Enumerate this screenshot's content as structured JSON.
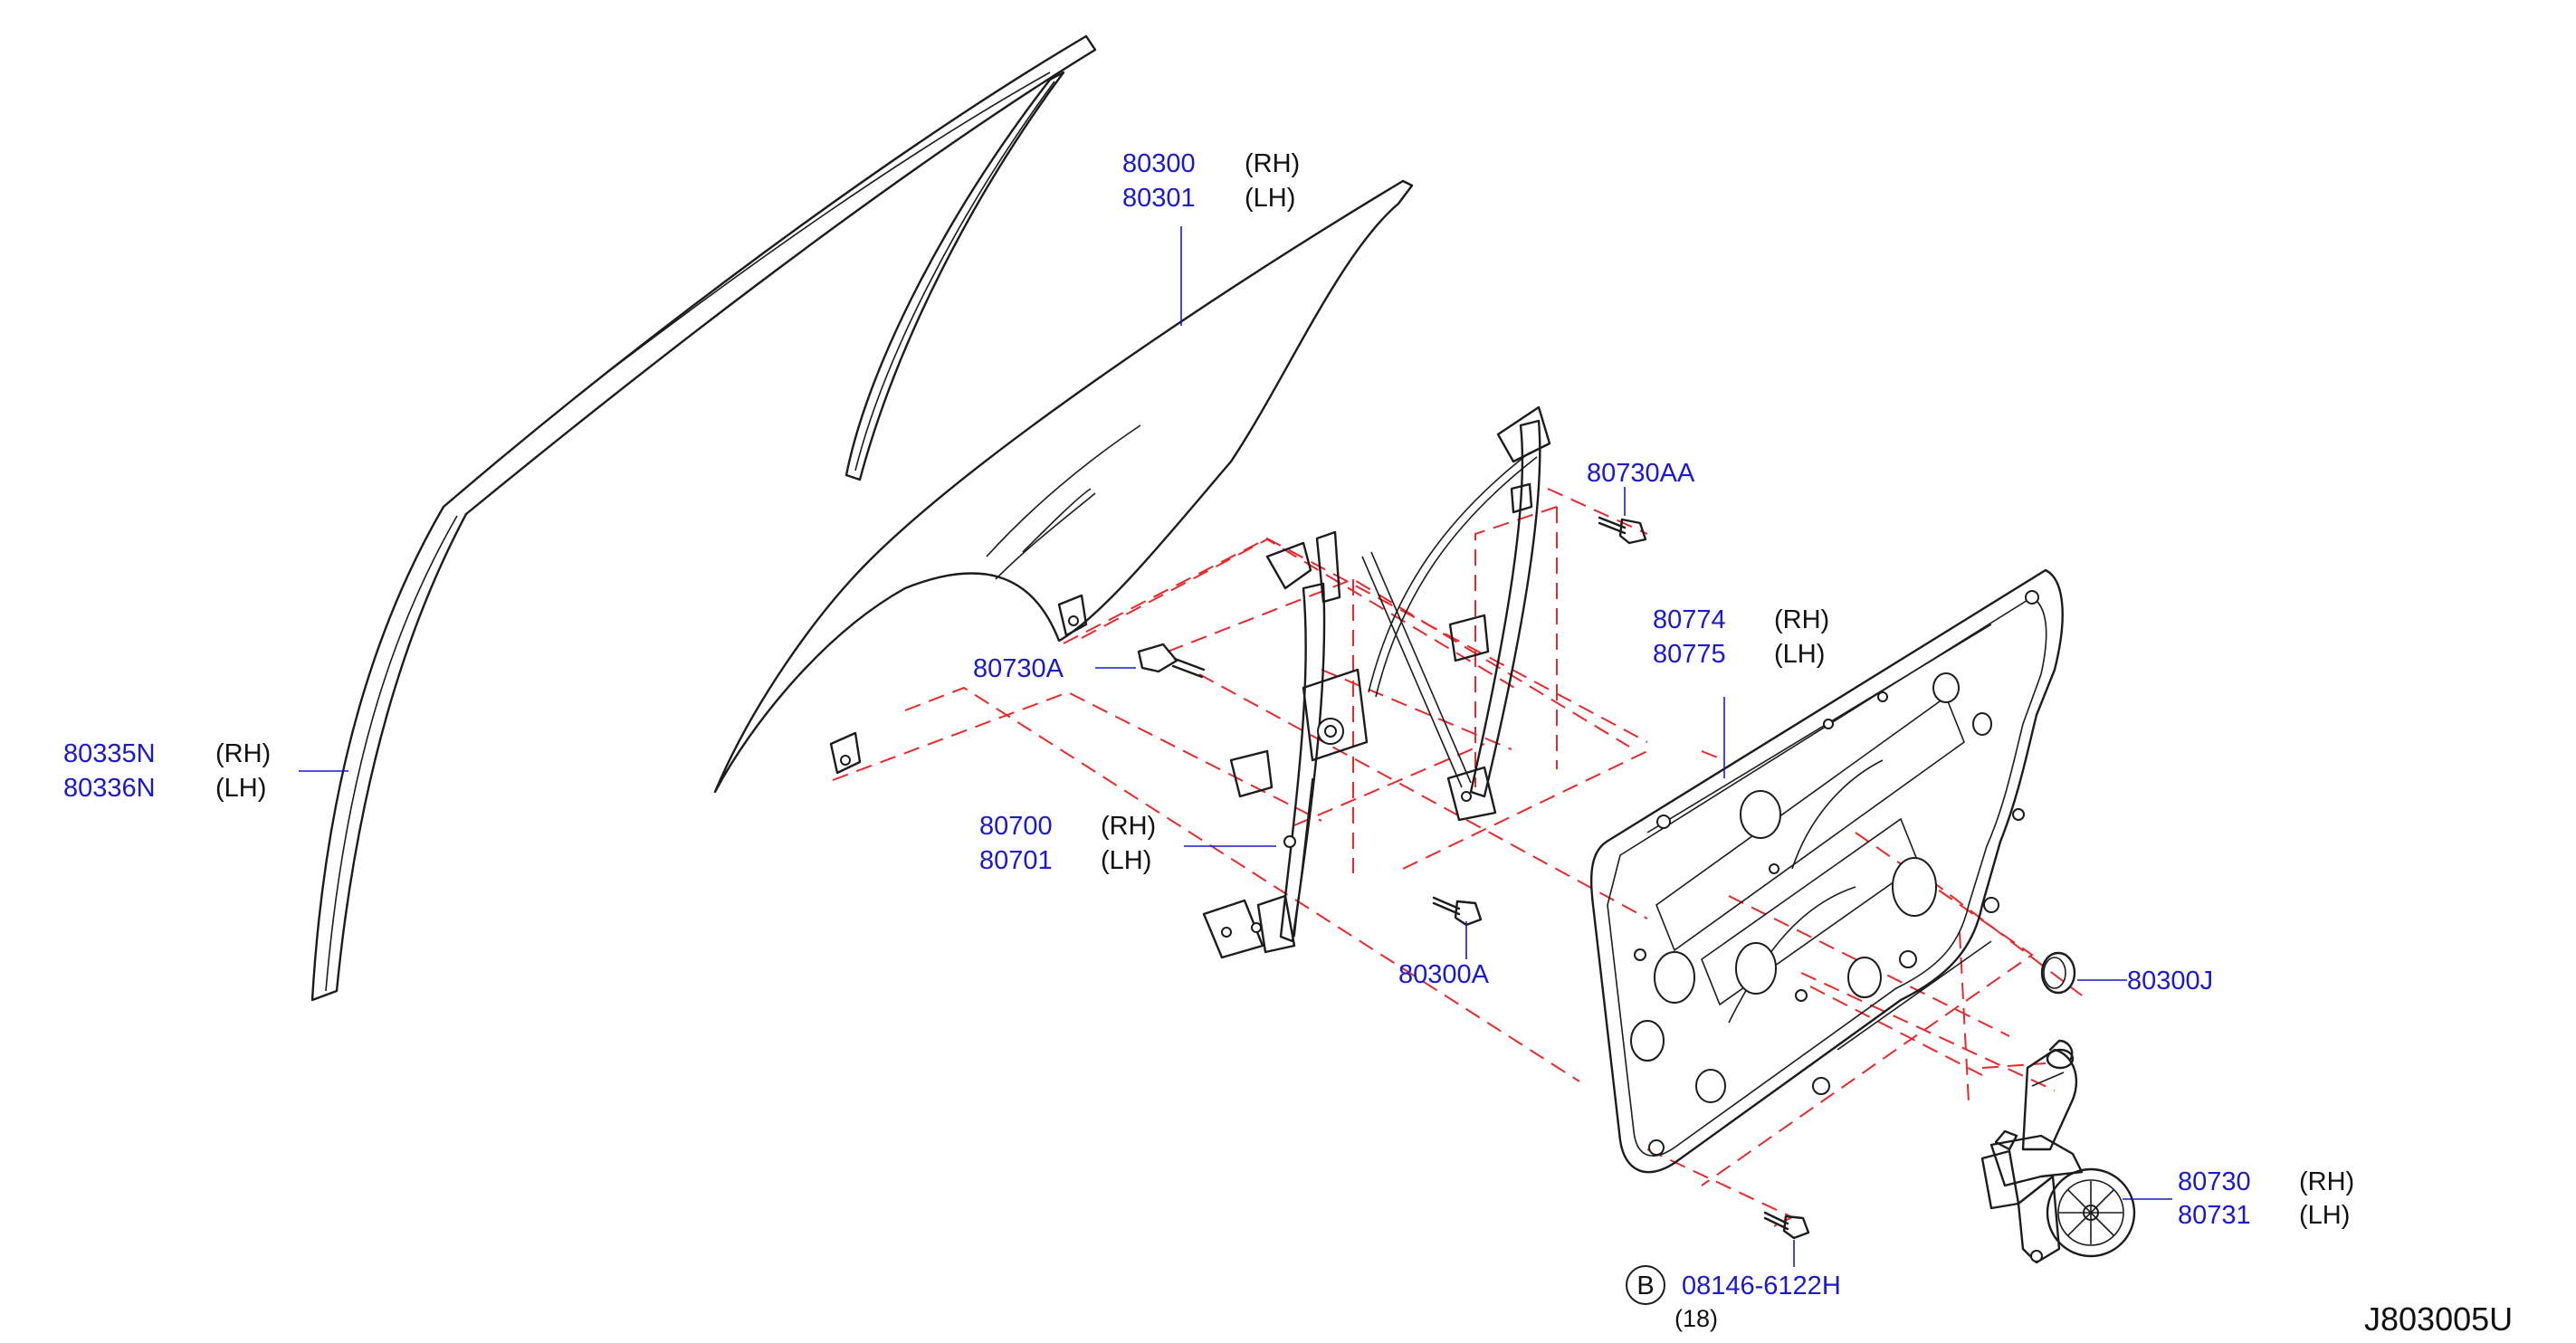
{
  "colors": {
    "part_number": "#1a1acc",
    "outline": "#1c1c1c",
    "phantom_line": "#e8292b",
    "background": "#ffffff"
  },
  "diagram_id": "J803005U",
  "callouts": {
    "glass": {
      "rh_part": "80300",
      "rh_side": "(RH)",
      "lh_part": "80301",
      "lh_side": "(LH)"
    },
    "sash": {
      "rh_part": "80335N",
      "rh_side": "(RH)",
      "lh_part": "80336N",
      "lh_side": "(LH)"
    },
    "bolt_upper": {
      "part": "80730AA"
    },
    "bolt_left": {
      "part": "80730A"
    },
    "module_panel": {
      "rh_part": "80774",
      "rh_side": "(RH)",
      "lh_part": "80775",
      "lh_side": "(LH)"
    },
    "regulator": {
      "rh_part": "80700",
      "rh_side": "(RH)",
      "lh_part": "80701",
      "lh_side": "(LH)"
    },
    "bolt_lower": {
      "part": "80300A"
    },
    "plug": {
      "part": "80300J"
    },
    "motor": {
      "rh_part": "80730",
      "rh_side": "(RH)",
      "lh_part": "80731",
      "lh_side": "(LH)"
    },
    "bolt_b": {
      "marker": "B",
      "part": "08146-6122H",
      "qty": "(18)"
    }
  }
}
